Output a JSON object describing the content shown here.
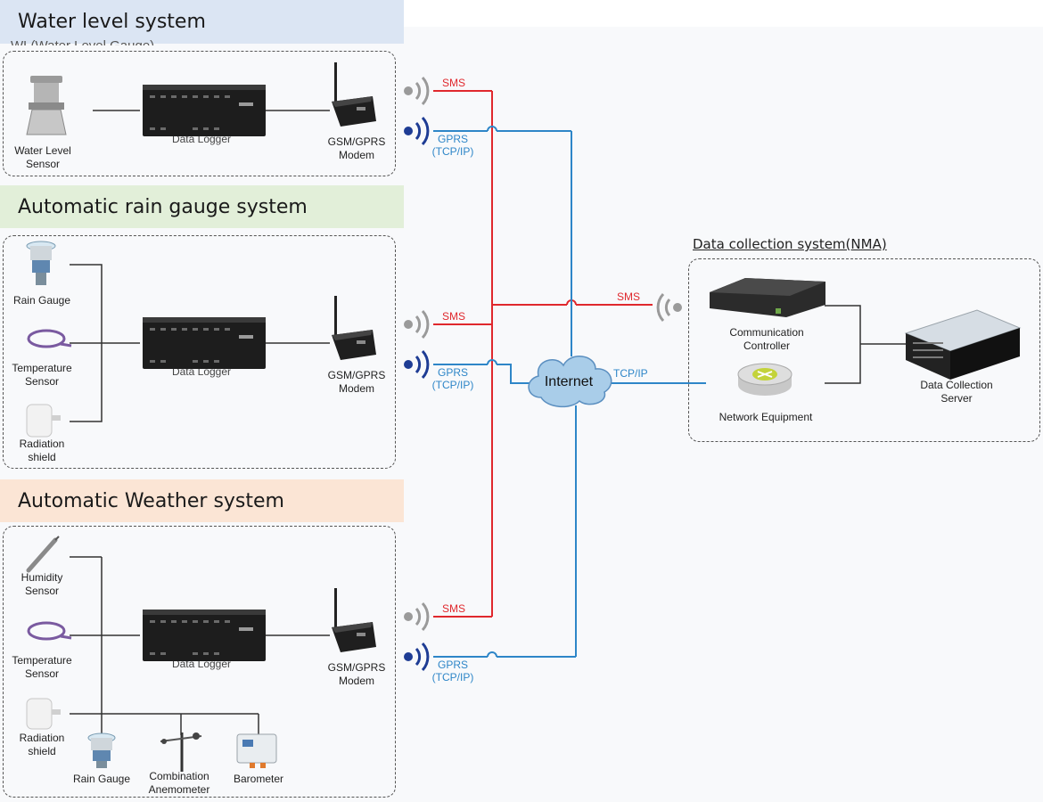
{
  "sections": {
    "water": {
      "title": "Water level system",
      "color": "#dbe5f3"
    },
    "rain": {
      "title": "Automatic rain gauge system",
      "color": "#e2efd9"
    },
    "weather": {
      "title": "Automatic Weather system",
      "color": "#fbe5d5"
    }
  },
  "water": {
    "partial_header": "WL(Water Level Gauge)",
    "sensor": [
      "Water Level",
      "Sensor"
    ],
    "logger": "Data Logger",
    "modem": [
      "GSM/GPRS",
      "Modem"
    ]
  },
  "rain": {
    "sensor1": "Rain Gauge",
    "sensor2": [
      "Temperature",
      "Sensor"
    ],
    "sensor3": [
      "Radiation",
      "shield"
    ],
    "logger": "Data Logger",
    "modem": [
      "GSM/GPRS",
      "Modem"
    ]
  },
  "weather": {
    "sensor1": [
      "Humidity",
      "Sensor"
    ],
    "sensor2": [
      "Temperature",
      "Sensor"
    ],
    "sensor3": [
      "Radiation",
      "shield"
    ],
    "sensor4": "Rain Gauge",
    "sensor5": [
      "Combination",
      "Anemometer"
    ],
    "sensor6": "Barometer",
    "logger": "Data Logger",
    "modem": [
      "GSM/GPRS",
      "Modem"
    ]
  },
  "links": {
    "sms": "SMS",
    "gprs": [
      "GPRS",
      "(TCP/IP)"
    ],
    "tcpip": "TCP/IP",
    "internet": "Internet"
  },
  "collection": {
    "title": "Data collection system(NMA)",
    "controller": [
      "Communication",
      "Controller"
    ],
    "network": "Network Equipment",
    "server": [
      "Data Collection",
      "Server"
    ]
  },
  "colors": {
    "sms": "#e0282d",
    "gprs": "#2e86c8",
    "cloud": "#a9cde9"
  }
}
